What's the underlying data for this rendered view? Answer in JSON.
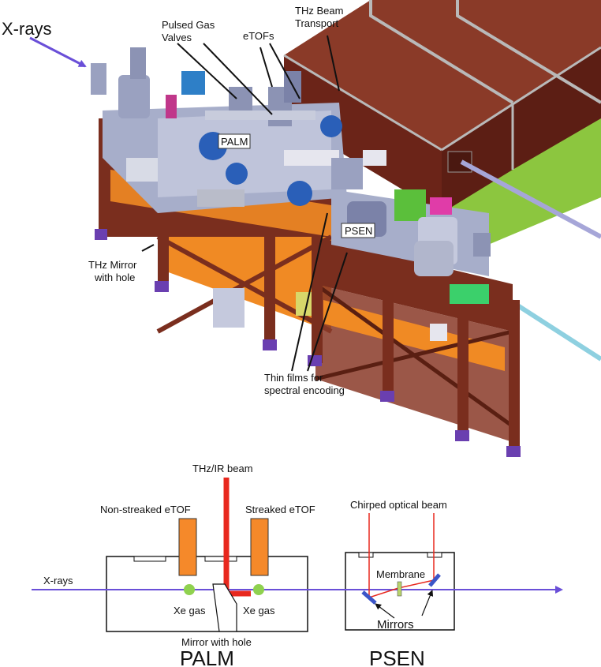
{
  "top": {
    "labels": {
      "xrays": "X-rays",
      "pulsed_gas_1": "Pulsed Gas",
      "pulsed_gas_2": "Valves",
      "etofs": "eTOFs",
      "thz_beam_1": "THz Beam",
      "thz_beam_2": "Transport",
      "palm": "PALM",
      "psen": "PSEN",
      "thz_mirror_1": "THz Mirror",
      "thz_mirror_2": "with hole",
      "thin_films_1": "Thin films for",
      "thin_films_2": "spectral encoding"
    }
  },
  "schematic": {
    "thz_ir_beam": "THz/IR beam",
    "non_streaked_etof": "Non-streaked eTOF",
    "streaked_etof": "Streaked eTOF",
    "chirped_optical_beam": "Chirped optical beam",
    "xrays": "X-rays",
    "membrane": "Membrane",
    "xe_gas_left": "Xe gas",
    "xe_gas_right": "Xe gas",
    "mirrors": "Mirrors",
    "mirror_with_hole": "Mirror with hole",
    "palm": "PALM",
    "psen": "PSEN"
  },
  "colors": {
    "frame": "#7a2e1e",
    "enclosure": "#6b2418",
    "enclosure_top": "#8a3a28",
    "orange": "#f08a24",
    "green_floor": "#8cc63f",
    "xray": "#6a4fd8",
    "thz_red": "#e8281e",
    "etof_orange": "#f5892a",
    "xe_green": "#8fd14f"
  }
}
